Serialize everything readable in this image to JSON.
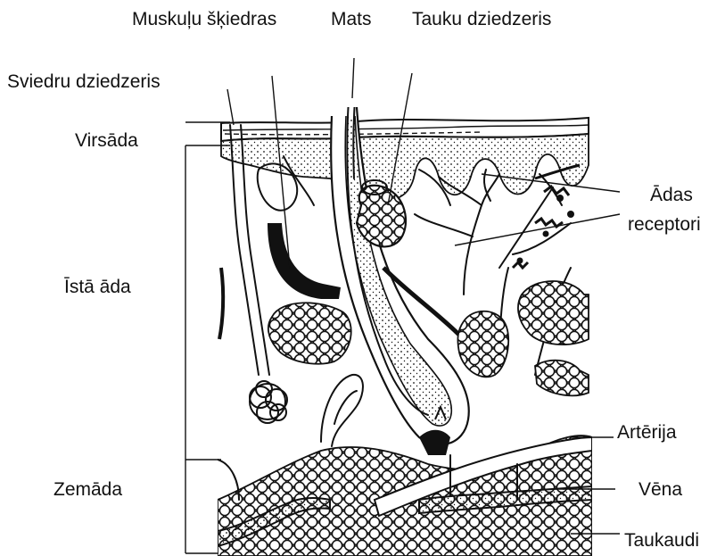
{
  "labels": {
    "muscle_fibers": "Muskuļu šķiedras",
    "hair": "Mats",
    "sebaceous_gland": "Tauku dziedzeris",
    "sweat_gland": "Sviedru dziedzeris",
    "epidermis": "Virsāda",
    "skin_receptors_line1": "Ādas",
    "skin_receptors_line2": "receptori",
    "dermis": "Īstā āda",
    "artery": "Artērija",
    "hypodermis": "Zemāda",
    "vein": "Vēna",
    "adipose_tissue": "Taukaudi"
  },
  "colors": {
    "ink": "#111111",
    "background": "#ffffff"
  }
}
